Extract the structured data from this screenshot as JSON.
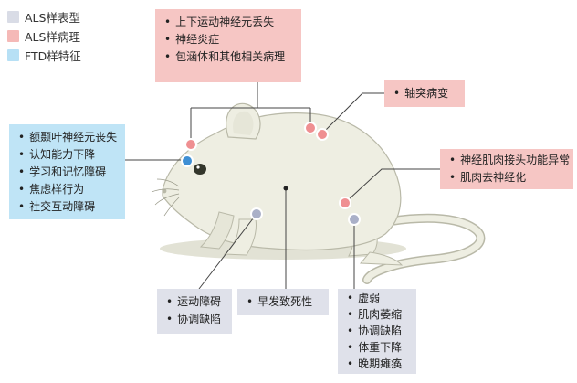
{
  "legend": [
    {
      "label": "ALS样表型",
      "color": "#d9dce6"
    },
    {
      "label": "ALS样病理",
      "color": "#f5b9b7"
    },
    {
      "label": "FTD样特征",
      "color": "#b7e0f5"
    }
  ],
  "callouts": {
    "top_pathology": [
      "上下运动神经元丢失",
      "神经炎症",
      "包涵体和其他相关病理"
    ],
    "axon": [
      "轴突病变"
    ],
    "nmj": [
      "神经肌肉接头功能异常",
      "肌肉去神经化"
    ],
    "ftd": [
      "额颞叶神经元丧失",
      "认知能力下降",
      "学习和记忆障碍",
      "焦虑样行为",
      "社交互动障碍"
    ],
    "motor": [
      "运动障碍",
      "协调缺陷"
    ],
    "death": [
      "早发致死性"
    ],
    "muscle": [
      "虚弱",
      "肌肉萎缩",
      "协调缺陷",
      "体重下降",
      "晚期瘫痪"
    ]
  },
  "colors": {
    "body_fill": "#eeeee2",
    "body_stroke": "#b9b9a8",
    "shadow": "#e2e2d5",
    "eye": "#33362b",
    "line": "#444444",
    "pink_dot": "#ef8f91",
    "blue_dot": "#3e8fd4",
    "gray_dot": "#aab0c8"
  }
}
